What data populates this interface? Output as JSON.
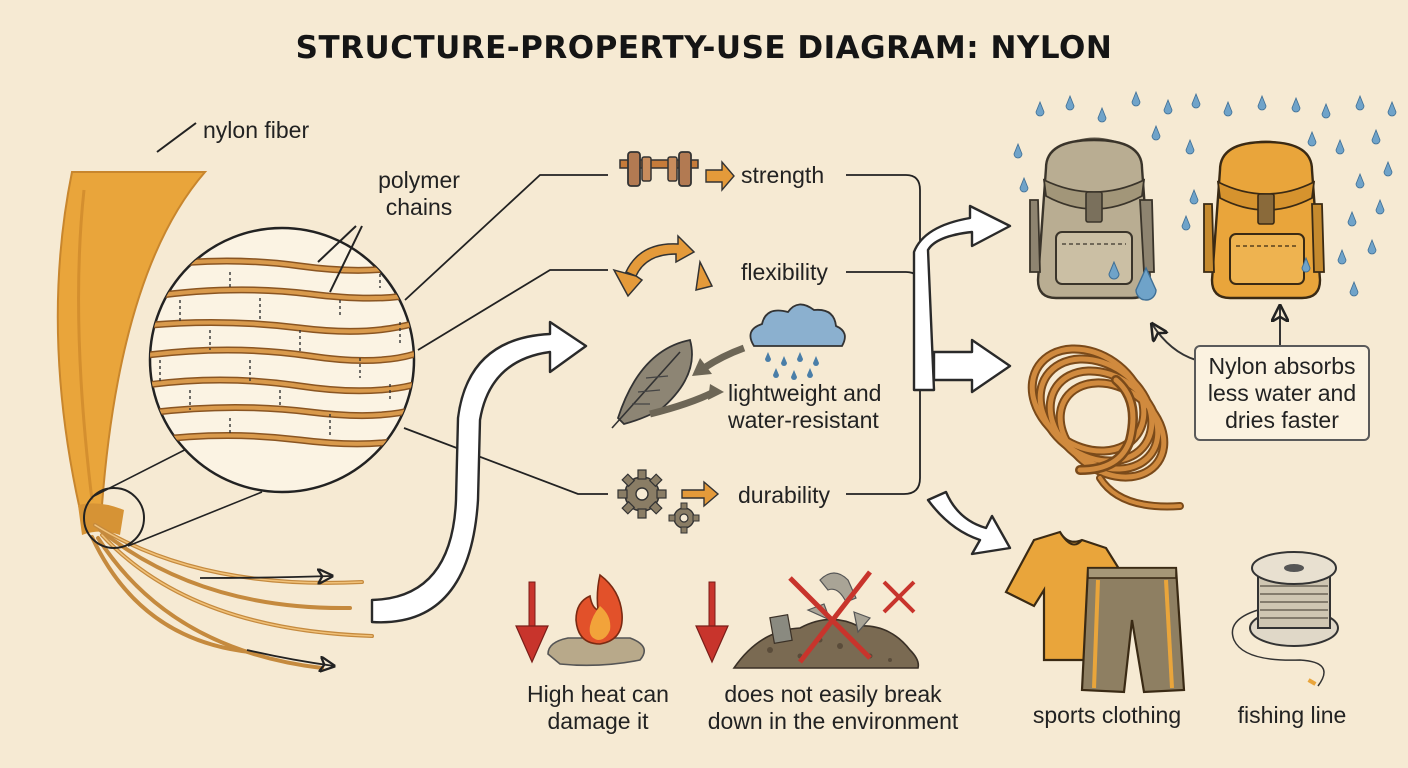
{
  "title": "STRUCTURE-PROPERTY-USE DIAGRAM: NYLON",
  "structure": {
    "fiber_label": "nylon fiber",
    "chains_label_line1": "polymer",
    "chains_label_line2": "chains"
  },
  "properties": {
    "strength": "strength",
    "flexibility": "flexibility",
    "lightweight_line1": "lightweight and",
    "lightweight_line2": "water-resistant",
    "durability": "durability"
  },
  "drawbacks": {
    "heat_line1": "High heat can",
    "heat_line2": "damage it",
    "environment_line1": "does not easily break",
    "environment_line2": "down in the environment"
  },
  "uses": {
    "note_line1": "Nylon absorbs",
    "note_line2": "less water and",
    "note_line3": "dries faster",
    "sports": "sports clothing",
    "fishing": "fishing line"
  },
  "colors": {
    "background": "#f6ead3",
    "nylon_orange": "#e9a53b",
    "fiber_brown": "#c58a3e",
    "tan": "#b9ad92",
    "drop_blue": "#6fa3c9",
    "warning_red": "#c8342c"
  },
  "icons": [
    "dumbbell-icon",
    "curved-arrows-icon",
    "feather-icon",
    "rain-cloud-icon",
    "gears-icon",
    "flame-icon",
    "landfill-icon",
    "backpack-icon",
    "rope-coil-icon",
    "t-shirt-icon",
    "shorts-icon",
    "fishing-spool-icon"
  ]
}
